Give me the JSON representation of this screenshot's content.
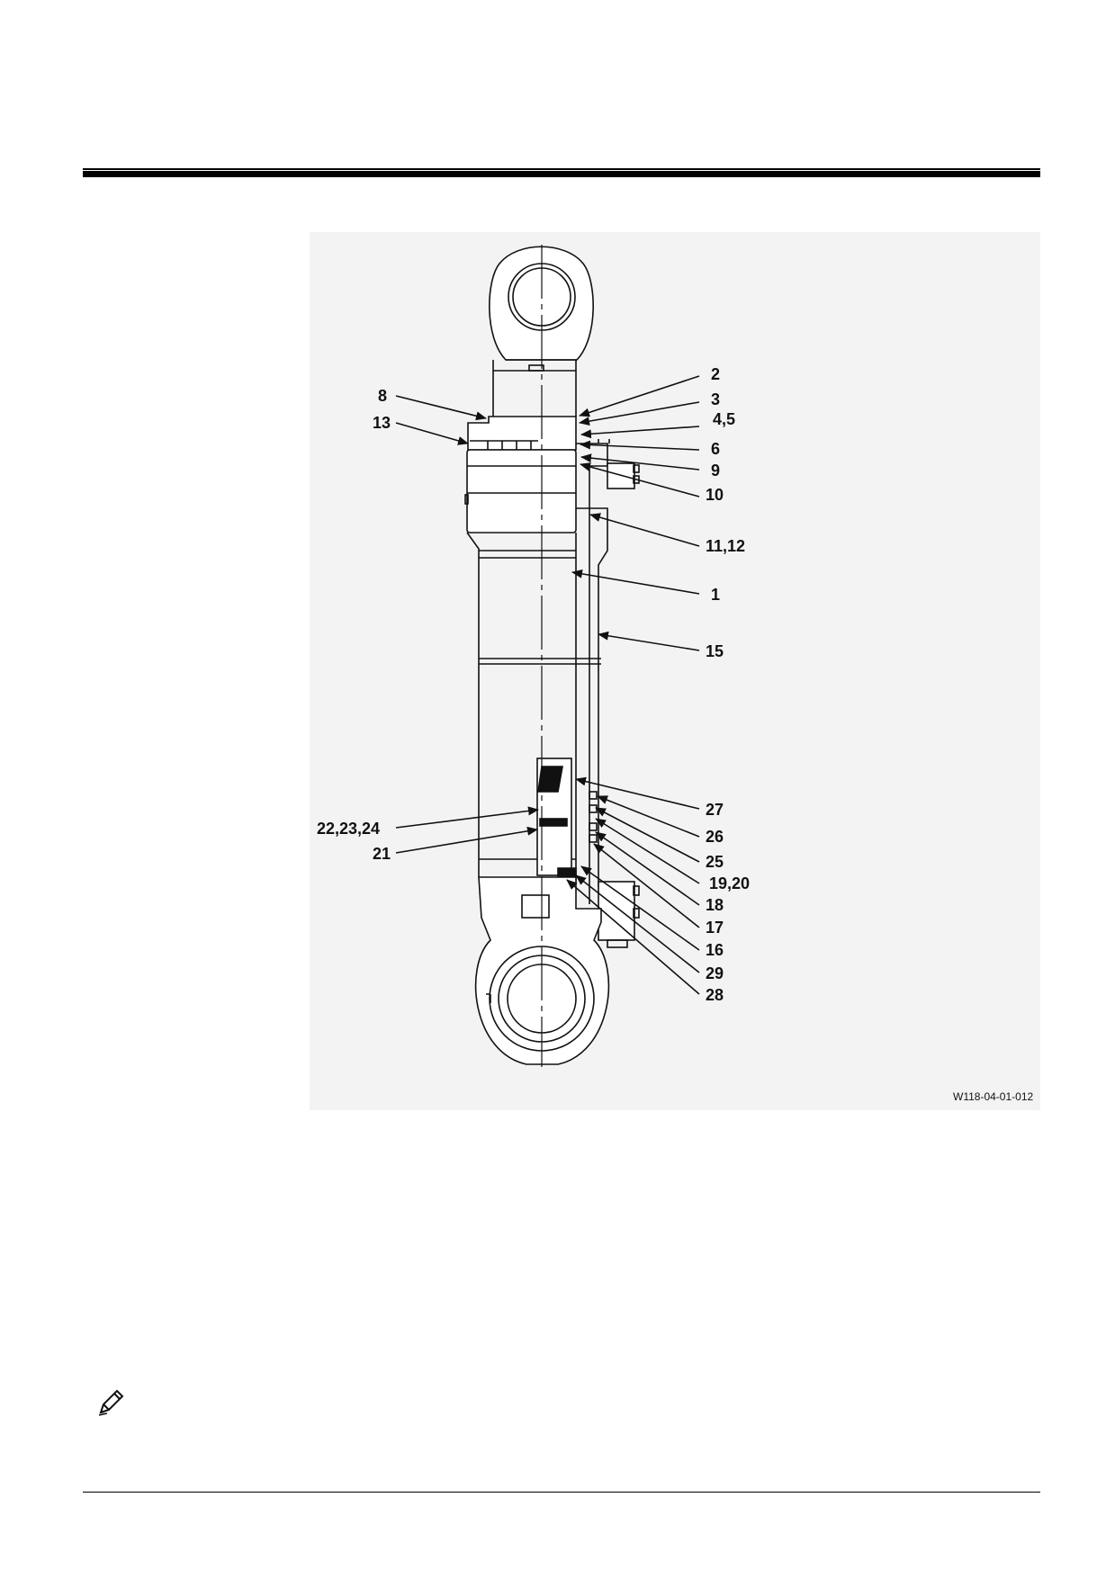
{
  "figure": {
    "code": "W118-04-01-012",
    "callouts": [
      "2",
      "3",
      "4,5",
      "6",
      "9",
      "10",
      "11,12",
      "1",
      "15",
      "8",
      "13",
      "27",
      "26",
      "25",
      "19,20",
      "18",
      "17",
      "16",
      "29",
      "28",
      "22,23,24",
      "21"
    ]
  },
  "icons": {
    "note": "pencil-note-icon"
  },
  "colors": {
    "line": "#111111",
    "panel": "#f3f3f3"
  }
}
